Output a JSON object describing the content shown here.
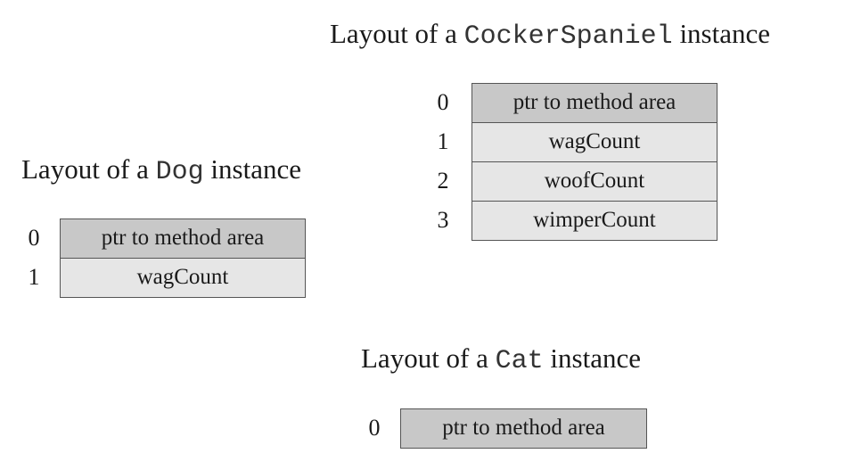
{
  "layouts": {
    "cocker_spaniel": {
      "title_prefix": "Layout of a",
      "class_name": "CockerSpaniel",
      "title_suffix": "instance",
      "rows": [
        {
          "index": "0",
          "field": "ptr to method area"
        },
        {
          "index": "1",
          "field": "wagCount"
        },
        {
          "index": "2",
          "field": "woofCount"
        },
        {
          "index": "3",
          "field": "wimperCount"
        }
      ]
    },
    "dog": {
      "title_prefix": "Layout of a",
      "class_name": "Dog",
      "title_suffix": "instance",
      "rows": [
        {
          "index": "0",
          "field": "ptr to method area"
        },
        {
          "index": "1",
          "field": "wagCount"
        }
      ]
    },
    "cat": {
      "title_prefix": "Layout of a",
      "class_name": "Cat",
      "title_suffix": "instance",
      "rows": [
        {
          "index": "0",
          "field": "ptr to method area"
        }
      ]
    }
  },
  "colors": {
    "header_fill": "#c8c8c8",
    "cell_fill": "#e6e6e6",
    "border": "#555555"
  }
}
